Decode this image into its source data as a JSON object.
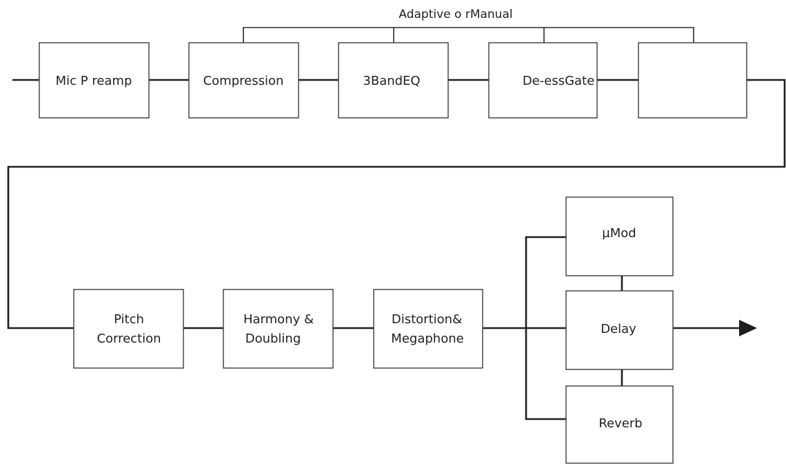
{
  "group_label": "Adaptive o rManual",
  "blocks": {
    "mic_preamp": [
      "Mic P reamp"
    ],
    "compression": [
      "Compression"
    ],
    "eq": [
      "3BandEQ"
    ],
    "deess_gate": [
      "De-essGate"
    ],
    "empty": [],
    "pitch_correction": [
      "Pitch",
      "Correction"
    ],
    "harmony": [
      "Harmony &",
      "Doubling"
    ],
    "distortion": [
      "Distortion&",
      "Megaphone"
    ],
    "mod": [
      "µMod"
    ],
    "delay": [
      "Delay"
    ],
    "reverb": [
      "Reverb"
    ]
  },
  "colors": {
    "line": "#1e1e1e",
    "box_border": "#3a3a3a",
    "text": "#1f1f1f"
  }
}
